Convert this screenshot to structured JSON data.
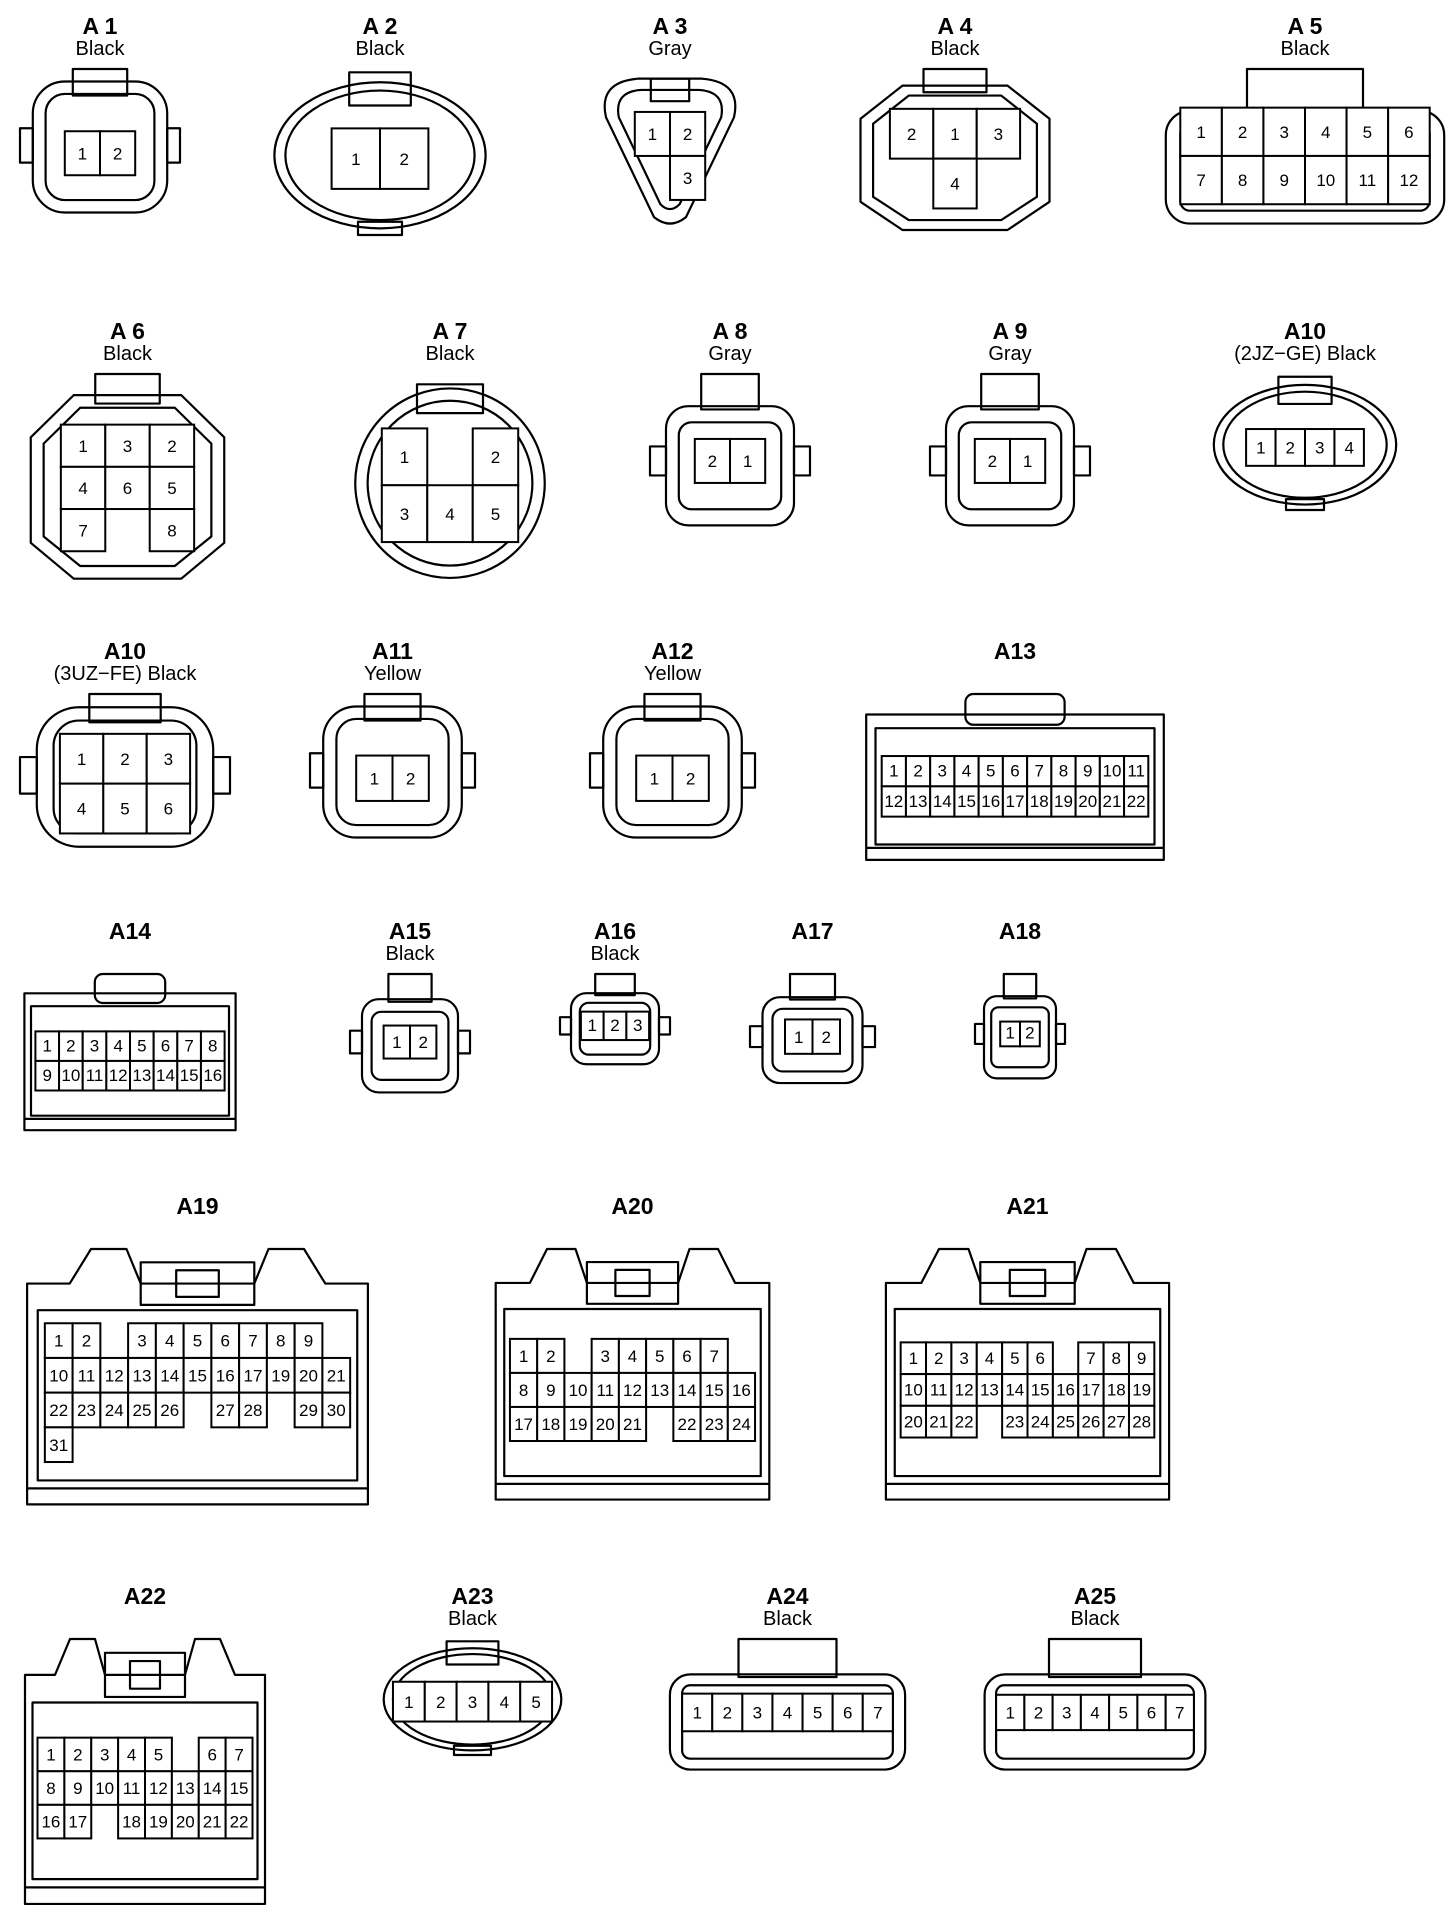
{
  "connectors": [
    {
      "id": "A 1",
      "color": "Black",
      "shape": "rect",
      "cols": 2,
      "pins": [
        "1",
        "2"
      ]
    },
    {
      "id": "A 2",
      "color": "Black",
      "shape": "oval",
      "cols": 2,
      "pins": [
        "1",
        "2"
      ]
    },
    {
      "id": "A 3",
      "color": "Gray",
      "shape": "tri",
      "cols": 2,
      "pins": [
        "1",
        "2",
        "",
        "3"
      ]
    },
    {
      "id": "A 4",
      "color": "Black",
      "shape": "oct",
      "cols": 3,
      "pins": [
        "2",
        "1",
        "3",
        "",
        "4",
        ""
      ]
    },
    {
      "id": "A 5",
      "color": "Black",
      "shape": "wide",
      "cols": 6,
      "pins": [
        "1",
        "2",
        "3",
        "4",
        "5",
        "6",
        "7",
        "8",
        "9",
        "10",
        "11",
        "12"
      ]
    },
    {
      "id": "A 6",
      "color": "Black",
      "shape": "oct",
      "cols": 3,
      "pins": [
        "1",
        "3",
        "2",
        "4",
        "6",
        "5",
        "7",
        "",
        "8"
      ]
    },
    {
      "id": "A 7",
      "color": "Black",
      "shape": "round",
      "cols": 3,
      "pins": [
        "1",
        "",
        "2",
        "3",
        "4",
        "5"
      ]
    },
    {
      "id": "A 8",
      "color": "Gray",
      "shape": "small",
      "cols": 2,
      "pins": [
        "2",
        "1"
      ]
    },
    {
      "id": "A 9",
      "color": "Gray",
      "shape": "small",
      "cols": 2,
      "pins": [
        "2",
        "1"
      ]
    },
    {
      "id": "A10",
      "color": "(2JZ−GE)  Black",
      "shape": "oval",
      "cols": 4,
      "pins": [
        "1",
        "2",
        "3",
        "4"
      ]
    },
    {
      "id": "A10",
      "color": "(3UZ−FE)  Black",
      "shape": "rect",
      "cols": 3,
      "pins": [
        "1",
        "2",
        "3",
        "4",
        "5",
        "6"
      ]
    },
    {
      "id": "A11",
      "color": "Yellow",
      "shape": "rect",
      "cols": 2,
      "pins": [
        "1",
        "2"
      ]
    },
    {
      "id": "A12",
      "color": "Yellow",
      "shape": "rect",
      "cols": 2,
      "pins": [
        "1",
        "2"
      ]
    },
    {
      "id": "A13",
      "color": "",
      "shape": "block",
      "cols": 11,
      "pins": [
        "1",
        "2",
        "3",
        "4",
        "5",
        "6",
        "7",
        "8",
        "9",
        "10",
        "11",
        "12",
        "13",
        "14",
        "15",
        "16",
        "17",
        "18",
        "19",
        "20",
        "21",
        "22"
      ]
    },
    {
      "id": "A14",
      "color": "",
      "shape": "block",
      "cols": 8,
      "pins": [
        "1",
        "2",
        "3",
        "4",
        "5",
        "6",
        "7",
        "8",
        "9",
        "10",
        "11",
        "12",
        "13",
        "14",
        "15",
        "16"
      ]
    },
    {
      "id": "A15",
      "color": "Black",
      "shape": "small",
      "cols": 2,
      "pins": [
        "1",
        "2"
      ]
    },
    {
      "id": "A16",
      "color": "Black",
      "shape": "small",
      "cols": 3,
      "pins": [
        "1",
        "2",
        "3"
      ]
    },
    {
      "id": "A17",
      "color": "",
      "shape": "small",
      "cols": 2,
      "pins": [
        "1",
        "2"
      ]
    },
    {
      "id": "A18",
      "color": "",
      "shape": "small",
      "cols": 2,
      "pins": [
        "1",
        "2"
      ]
    },
    {
      "id": "A19",
      "color": "",
      "shape": "large",
      "cols": 11,
      "pins": [
        "1",
        "2",
        "",
        "3",
        "4",
        "5",
        "6",
        "7",
        "8",
        "9",
        "",
        "10",
        "11",
        "12",
        "13",
        "14",
        "15",
        "16",
        "17",
        "19",
        "20",
        "21",
        "22",
        "23",
        "24",
        "25",
        "26",
        "",
        "27",
        "28",
        "",
        "29",
        "30",
        "31"
      ]
    },
    {
      "id": "A20",
      "color": "",
      "shape": "large",
      "cols": 9,
      "pins": [
        "1",
        "2",
        "",
        "3",
        "4",
        "5",
        "6",
        "7",
        "",
        "8",
        "9",
        "10",
        "11",
        "12",
        "13",
        "14",
        "15",
        "16",
        "17",
        "18",
        "19",
        "20",
        "21",
        "",
        "22",
        "23",
        "24"
      ]
    },
    {
      "id": "A21",
      "color": "",
      "shape": "large",
      "cols": 10,
      "pins": [
        "1",
        "2",
        "3",
        "4",
        "5",
        "6",
        "",
        "7",
        "8",
        "9",
        "10",
        "11",
        "12",
        "13",
        "14",
        "15",
        "16",
        "17",
        "18",
        "19",
        "20",
        "21",
        "22",
        "",
        "23",
        "24",
        "25",
        "26",
        "27",
        "28"
      ]
    },
    {
      "id": "A22",
      "color": "",
      "shape": "large",
      "cols": 8,
      "pins": [
        "1",
        "2",
        "3",
        "4",
        "5",
        "",
        "6",
        "7",
        "8",
        "9",
        "10",
        "11",
        "12",
        "13",
        "14",
        "15",
        "16",
        "17",
        "",
        "18",
        "19",
        "20",
        "21",
        "22"
      ]
    },
    {
      "id": "A23",
      "color": "Black",
      "shape": "oval",
      "cols": 5,
      "pins": [
        "1",
        "2",
        "3",
        "4",
        "5"
      ]
    },
    {
      "id": "A24",
      "color": "Black",
      "shape": "wide",
      "cols": 7,
      "pins": [
        "1",
        "2",
        "3",
        "4",
        "5",
        "6",
        "7"
      ]
    },
    {
      "id": "A25",
      "color": "Black",
      "shape": "wide",
      "cols": 7,
      "pins": [
        "1",
        "2",
        "3",
        "4",
        "5",
        "6",
        "7"
      ]
    }
  ]
}
